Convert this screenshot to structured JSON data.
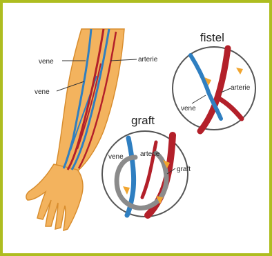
{
  "colors": {
    "border": "#aebd20",
    "skin": "#f3b35e",
    "skin_shadow": "#d88d2e",
    "vein": "#2f7fc1",
    "artery": "#b3202a",
    "graft_tube": "#8b8b8b",
    "flow_arrow": "#f1a52f"
  },
  "arm": {
    "label_vene_1": "vene",
    "label_arterie": "arterie",
    "label_vene_2": "vene"
  },
  "fistel": {
    "title": "fistel",
    "label_vene": "vene",
    "label_arterie": "arterie"
  },
  "graft": {
    "title": "graft",
    "label_vene": "vene",
    "label_arterie": "arterie",
    "label_graft": "graft"
  },
  "icons": [
    "arm-illustration",
    "fistula-circle",
    "graft-circle"
  ]
}
